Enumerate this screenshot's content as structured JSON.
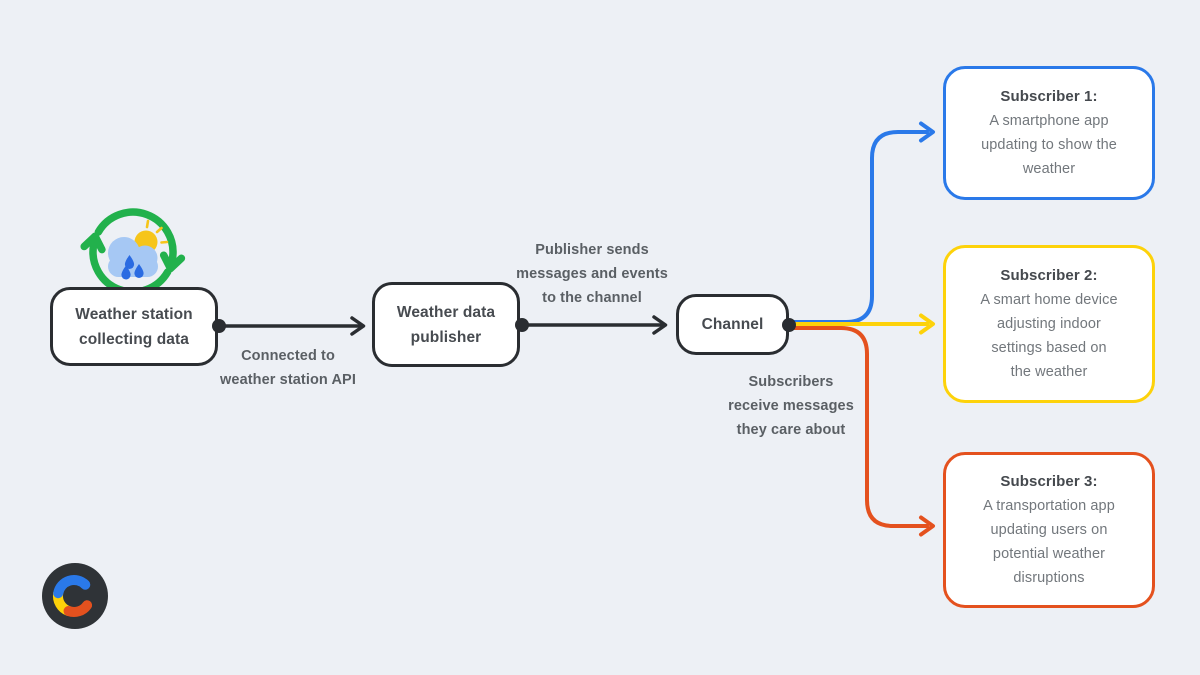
{
  "colors": {
    "background": "#EDF0F5",
    "ink": "#2A2D31",
    "blue": "#2A79E9",
    "yellow": "#FDD20A",
    "orange": "#E4511E",
    "green": "#22B14C",
    "sun": "#F6C51A",
    "cloud": "#A6C8F4",
    "raindrop": "#2A6BE2",
    "logo_bg": "#2F3337"
  },
  "nodes": {
    "weather_station": {
      "label": "Weather station collecting data",
      "lines": [
        "Weather station",
        "collecting data"
      ]
    },
    "publisher": {
      "label": "Weather data publisher",
      "lines": [
        "Weather data",
        "publisher"
      ]
    },
    "channel": {
      "label": "Channel"
    }
  },
  "edge_labels": {
    "station_to_publisher": {
      "text": "Connected to weather station API",
      "lines": [
        "Connected to",
        "weather station API"
      ]
    },
    "publisher_to_channel": {
      "text": "Publisher sends messages and events to the channel",
      "lines": [
        "Publisher sends",
        "messages and events",
        "to the channel"
      ]
    },
    "channel_to_subscribers": {
      "text": "Subscribers receive messages they care about",
      "lines": [
        "Subscribers",
        "receive messages",
        "they care about"
      ]
    }
  },
  "subscribers": [
    {
      "title": "Subscriber 1:",
      "color": "#2A79E9",
      "description": "A smartphone app updating to show the weather",
      "lines": [
        "A smartphone app",
        "updating to show the",
        "weather"
      ]
    },
    {
      "title": "Subscriber 2:",
      "color": "#FDD20A",
      "description": "A smart home device adjusting indoor settings based on the weather",
      "lines": [
        "A smart home device",
        "adjusting indoor",
        "settings based on",
        "the weather"
      ]
    },
    {
      "title": "Subscriber 3:",
      "color": "#E4511E",
      "description": "A transportation app updating users on potential weather disruptions",
      "lines": [
        "A transportation app",
        "updating users on",
        "potential weather",
        "disruptions"
      ]
    }
  ],
  "icons": {
    "weather_sync": "sync-weather-icon",
    "logo": "c-brand-logo"
  }
}
